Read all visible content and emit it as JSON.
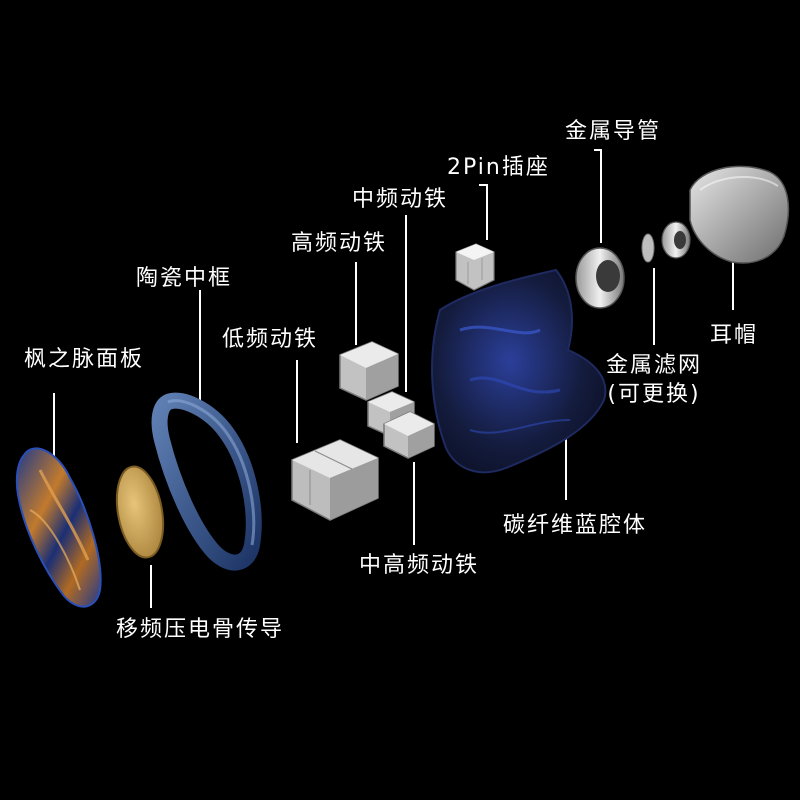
{
  "labels": {
    "faceplate": "枫之脉面板",
    "ceramic_frame": "陶瓷中框",
    "driver_bone": "移频压电骨传导",
    "low_ba": "低频动铁",
    "high_ba": "高频动铁",
    "mid_ba": "中频动铁",
    "midhigh_ba": "中高频动铁",
    "pin_socket": "2Pin插座",
    "cavity": "碳纤维蓝腔体",
    "metal_tube": "金属导管",
    "metal_filter_line1": "金属滤网",
    "metal_filter_line2": "(可更换)",
    "eartip": "耳帽"
  }
}
